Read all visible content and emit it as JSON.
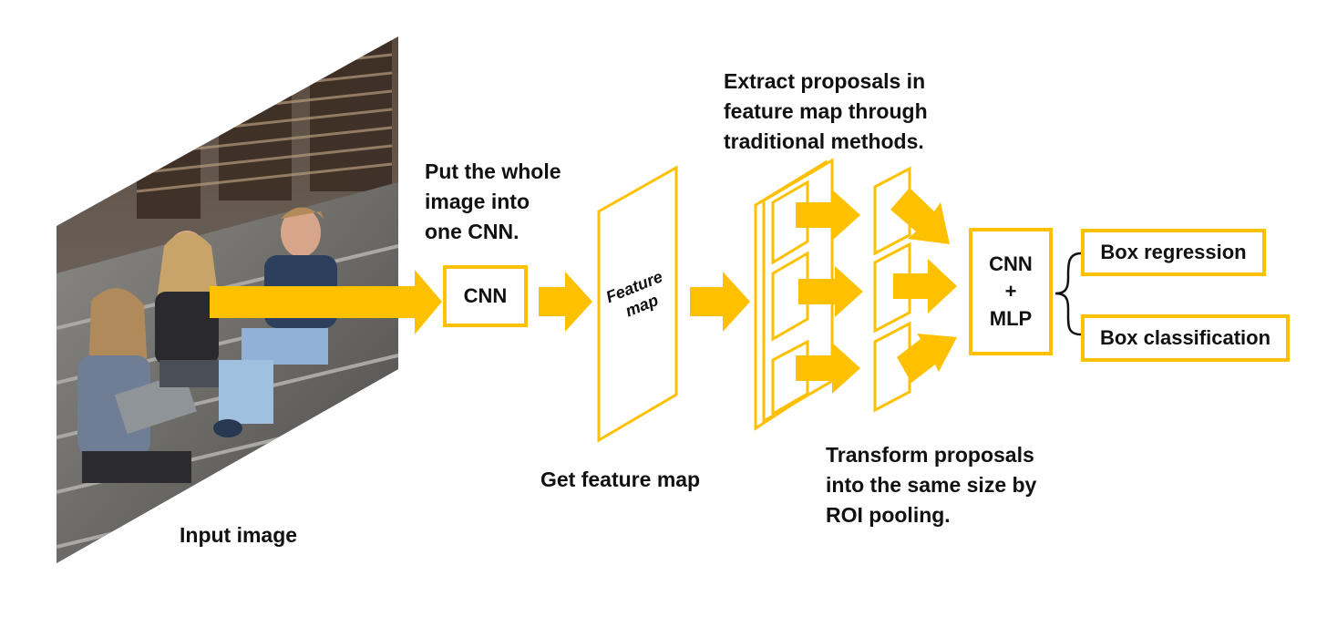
{
  "colors": {
    "accent": "#FFC000",
    "text": "#111111",
    "background": "#ffffff"
  },
  "labels": {
    "input_image": "Input image",
    "put_whole_image": "Put the whole\nimage into\none CNN.",
    "get_feature_map": "Get feature map",
    "extract_proposals": "Extract proposals in\nfeature map through\ntraditional methods.",
    "transform_proposals": "Transform proposals\ninto the same size by\nROI pooling."
  },
  "nodes": {
    "cnn": "CNN",
    "feature_map": "Feature\nmap",
    "cnn_mlp": "CNN\n+\nMLP",
    "box_regression": "Box regression",
    "box_classification": "Box classification"
  },
  "icons": [
    "photo-of-four-people-on-steps",
    "arrow-right",
    "curly-brace"
  ]
}
